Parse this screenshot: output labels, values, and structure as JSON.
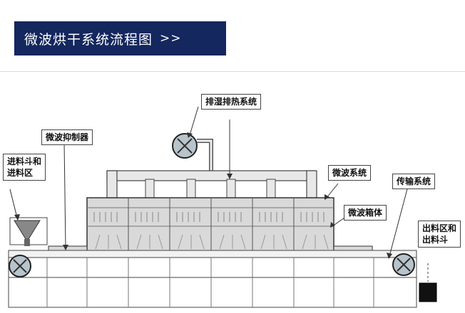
{
  "title": {
    "text": "微波烘干系统流程图",
    "arrows": ">>"
  },
  "labels": {
    "exhaust": "排湿排热系统",
    "controller": "微波抑制器",
    "feed_line1": "进料斗和",
    "feed_line2": "进料区",
    "microwave_system": "微波系统",
    "microwave_box": "微波箱体",
    "conveyor": "传输系统",
    "discharge_line1": "出料区和",
    "discharge_line2": "出料斗"
  },
  "colors": {
    "banner": "#14275e",
    "line": "#333333",
    "machine_fill": "#d9d9d9",
    "pipe_fill": "#e8e8e8",
    "bin_fill": "#111111"
  },
  "icons": [
    "fan-icon",
    "left-roller-fan-icon",
    "right-roller-fan-icon",
    "hopper-icon",
    "discharge-bin-icon"
  ]
}
